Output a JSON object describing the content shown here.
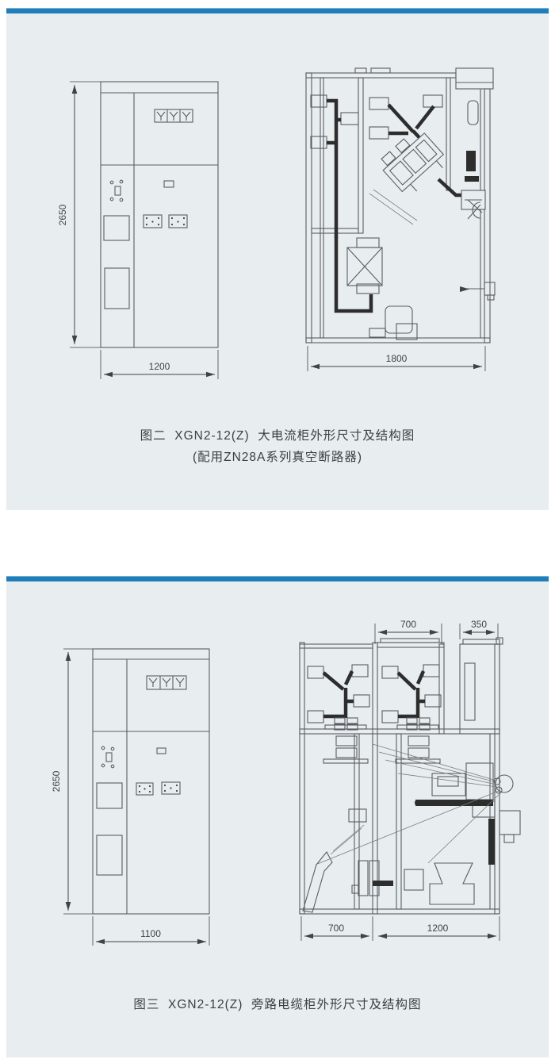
{
  "colors": {
    "accent_bar": "#1f7eb8",
    "panel_bg": "#e8edf0",
    "line": "#5a5e62",
    "busbar": "#2d2d2d",
    "text": "#3b4044"
  },
  "figure2": {
    "caption_line1": "图二  XGN2-12(Z)  大电流柜外形尺寸及结构图",
    "caption_line2": "(配用ZN28A系列真空断路器)",
    "front_view": {
      "height_mm": "2650",
      "width_mm": "1200"
    },
    "section_view": {
      "width_mm": "1800"
    }
  },
  "figure3": {
    "caption": "图三  XGN2-12(Z)  旁路电缆柜外形尺寸及结构图",
    "front_view": {
      "height_mm": "2650",
      "width_mm": "1100"
    },
    "section_view": {
      "top_width_mm": "700",
      "top_right_width_mm": "350",
      "bottom_left_width_mm": "700",
      "bottom_right_width_mm": "1200"
    }
  }
}
